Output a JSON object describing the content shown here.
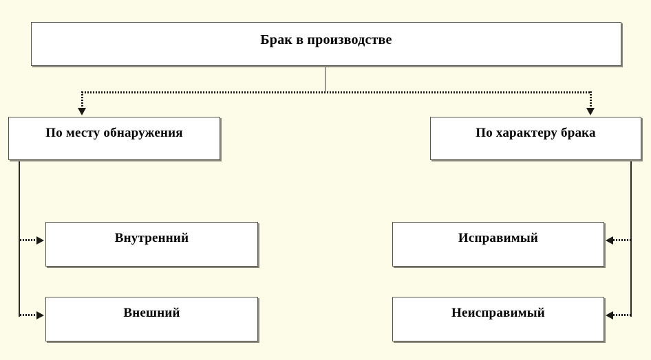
{
  "diagram": {
    "title": "Брак в производстве",
    "background_color": "#fcfce8",
    "box_fill_color": "#ffffff",
    "box_border_color": "#55554a",
    "connector_color": "#1a1a14",
    "nodes": {
      "root": {
        "label": "Брак в производстве"
      },
      "by_place": {
        "label": "По месту обнаружения"
      },
      "by_nature": {
        "label": "По характеру брака"
      },
      "internal": {
        "label": "Внутренний"
      },
      "external": {
        "label": "Внешний"
      },
      "repairable": {
        "label": "Исправимый"
      },
      "irreparable": {
        "label": "Неисправимый"
      }
    },
    "edges": [
      {
        "from": "root",
        "to": "by_place",
        "style": "dotted",
        "arrow": "down"
      },
      {
        "from": "root",
        "to": "by_nature",
        "style": "dotted",
        "arrow": "down"
      },
      {
        "from": "by_place",
        "to": "internal",
        "style": "dotted",
        "arrow": "right"
      },
      {
        "from": "by_place",
        "to": "external",
        "style": "dotted",
        "arrow": "right"
      },
      {
        "from": "by_nature",
        "to": "repairable",
        "style": "dotted",
        "arrow": "left"
      },
      {
        "from": "by_nature",
        "to": "irreparable",
        "style": "dotted",
        "arrow": "left"
      }
    ]
  }
}
